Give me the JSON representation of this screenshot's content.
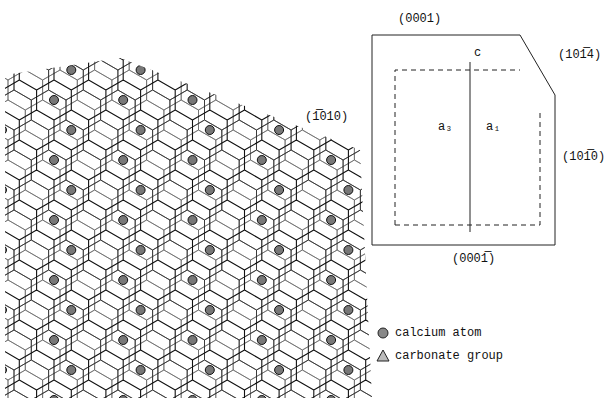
{
  "diagram": {
    "labels": [
      "(0001)",
      "(101̅4)",
      "(1̅010)",
      "c",
      "a₃",
      "a₁",
      "(101̅0)",
      "(0001̅)"
    ],
    "legend": [
      {
        "text": "calcium atom"
      },
      {
        "text": "carbonate group"
      }
    ]
  }
}
